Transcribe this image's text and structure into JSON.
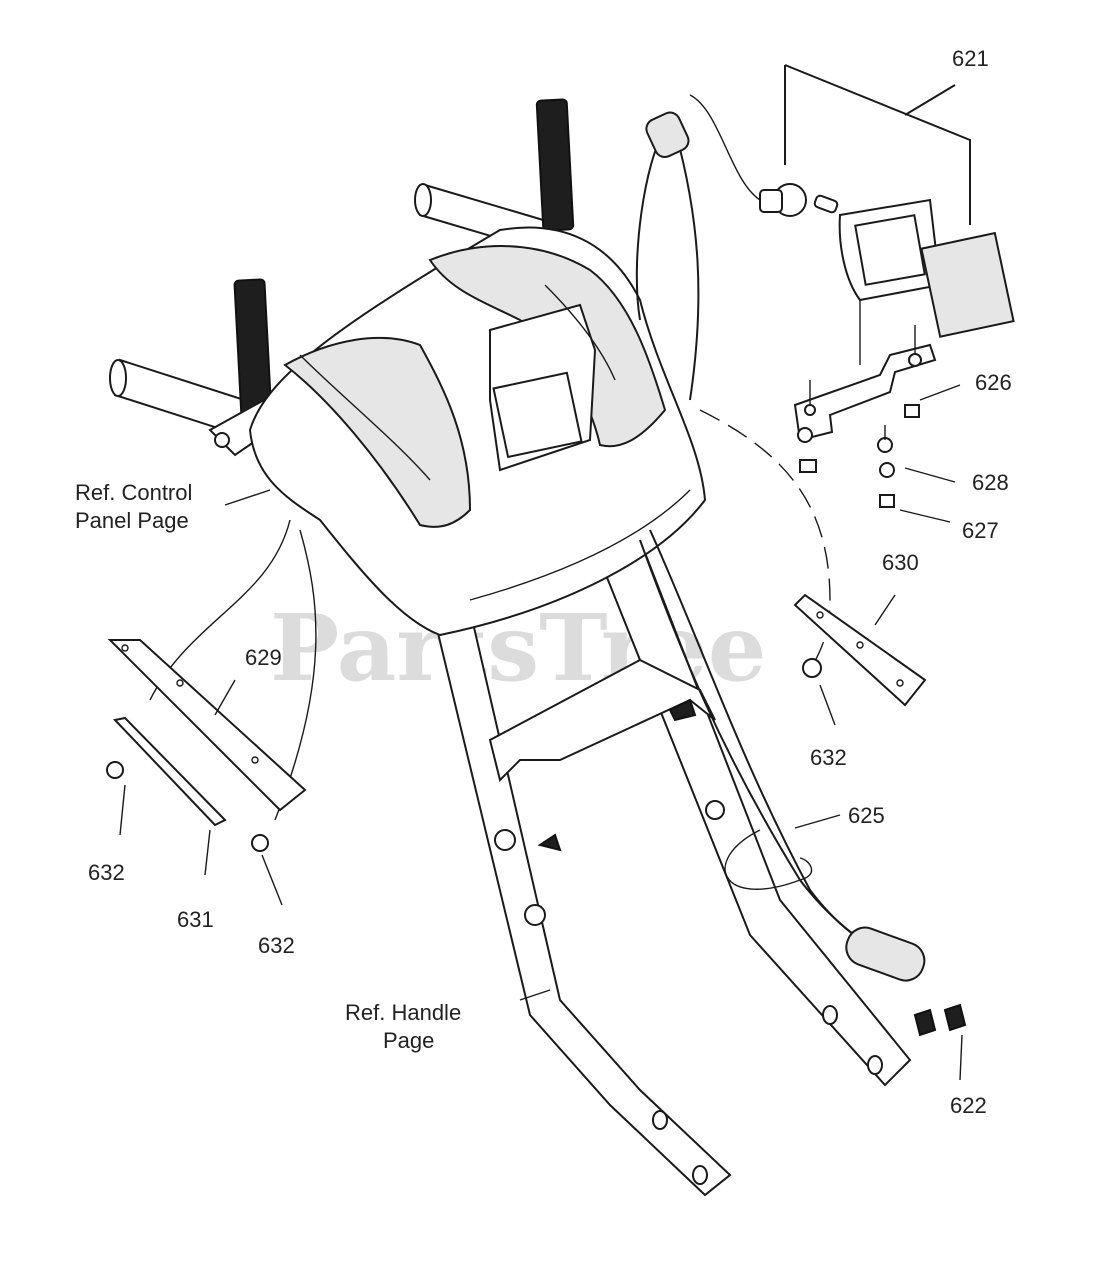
{
  "watermark": "PartsTree",
  "labels": {
    "ref_control_panel_line1": "Ref. Control",
    "ref_control_panel_line2": "Panel Page",
    "ref_handle_line1": "Ref. Handle",
    "ref_handle_line2": "Page",
    "p621": "621",
    "p622": "622",
    "p625": "625",
    "p626": "626",
    "p627": "627",
    "p628": "628",
    "p629": "629",
    "p630": "630",
    "p631": "631",
    "p632_left": "632",
    "p632_mid": "632",
    "p632_right": "632"
  }
}
